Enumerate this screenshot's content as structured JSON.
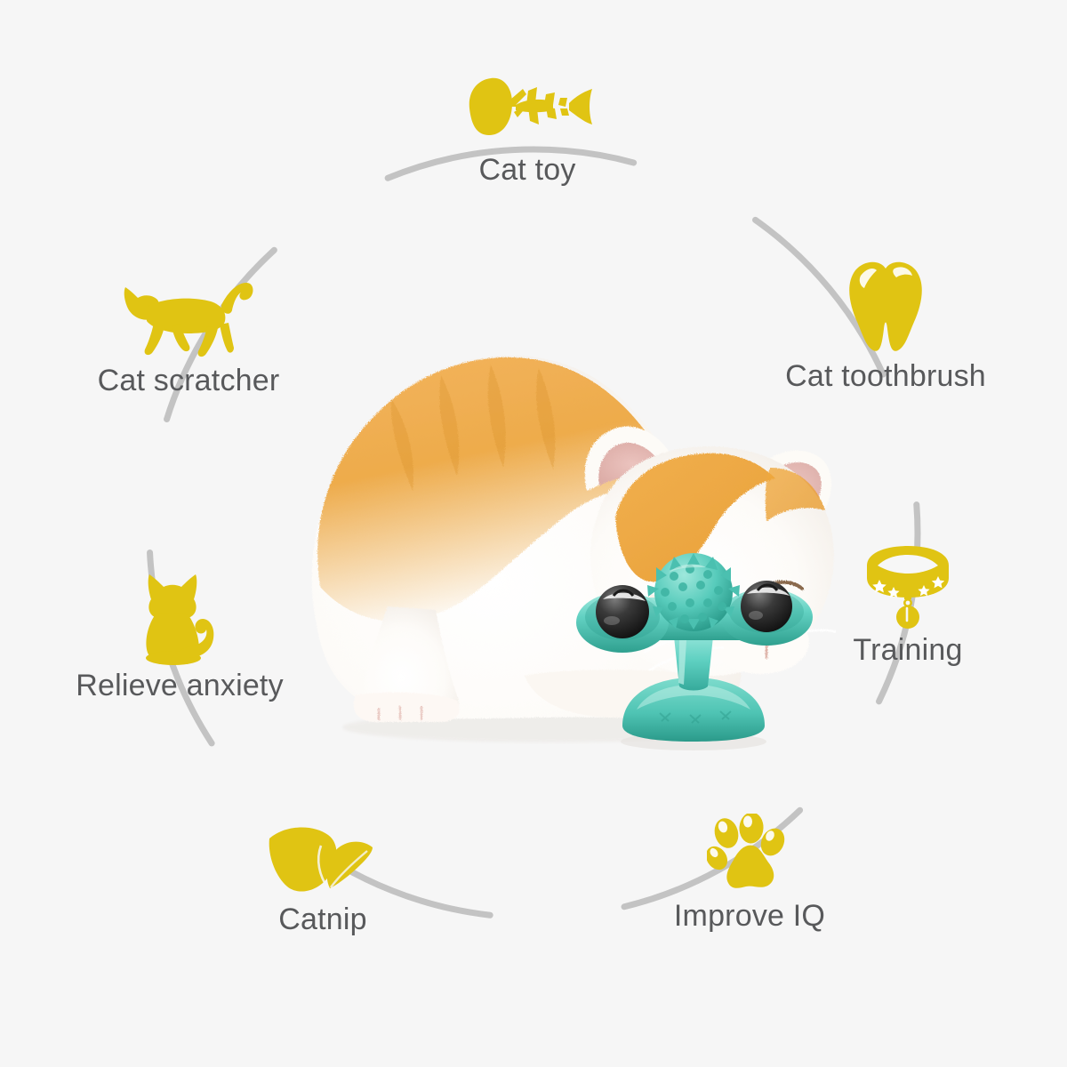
{
  "page": {
    "type": "product-feature-infographic",
    "background_color": "#f6f6f6",
    "accent_color": "#e0c413",
    "label_color": "#58595b",
    "ring_color": "#c2c2c2"
  },
  "features": [
    {
      "id": "cat-toy",
      "label": "Cat toy",
      "icon": "fish-bone-icon",
      "angle_deg": 270
    },
    {
      "id": "cat-toothbrush",
      "label": "Cat toothbrush",
      "icon": "tooth-icon",
      "angle_deg": 322
    },
    {
      "id": "training",
      "label": "Training",
      "icon": "collar-icon",
      "angle_deg": 18
    },
    {
      "id": "improve-iq",
      "label": "Improve IQ",
      "icon": "paw-print-icon",
      "angle_deg": 62
    },
    {
      "id": "catnip",
      "label": "Catnip",
      "icon": "leaf-icon",
      "angle_deg": 115
    },
    {
      "id": "relieve-anxiety",
      "label": "Relieve anxiety",
      "icon": "sitting-cat-icon",
      "angle_deg": 160
    },
    {
      "id": "cat-scratcher",
      "label": "Cat scratcher",
      "icon": "walking-cat-icon",
      "angle_deg": 208
    }
  ],
  "center": {
    "photo_name": "kitten-playing-with-toy-photo",
    "animal": "orange and white kitten",
    "product_name": "windmill-cat-toy",
    "product_colors": {
      "body": "#5ecfc0",
      "body_light": "#8fe2d6",
      "body_dark": "#2fa597",
      "ball": "#2b2b2b",
      "ball_shine": "#e8e8e8"
    },
    "cat_colors": {
      "fur_white": "#fdfcfa",
      "fur_orange": "#efa847",
      "fur_orange_dark": "#dd9130",
      "ear_pink": "#e5b1ae",
      "nose_pink": "#e7a79f"
    }
  }
}
